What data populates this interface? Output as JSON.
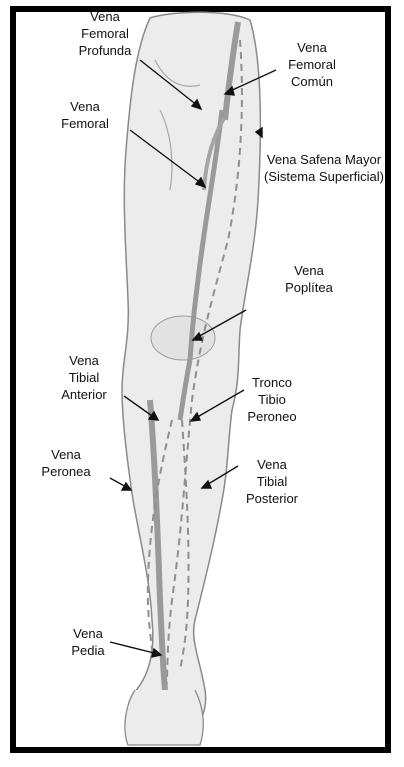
{
  "labels": {
    "femoral_profunda": [
      "Vena",
      "Femoral",
      "Profunda"
    ],
    "femoral_comun": [
      "Vena",
      "Femoral",
      "Común"
    ],
    "femoral": [
      "Vena",
      "Femoral"
    ],
    "safena_mayor": [
      "Vena Safena Mayor",
      "(Sistema Superficial)"
    ],
    "poplitea": [
      "Vena",
      "Poplítea"
    ],
    "tibial_anterior": [
      "Vena",
      "Tibial",
      "Anterior"
    ],
    "tronco_tibio": [
      "Tronco",
      "Tibio",
      "Peroneo"
    ],
    "peronea": [
      "Vena",
      "Peronea"
    ],
    "tibial_posterior": [
      "Vena",
      "Tibial",
      "Posterior"
    ],
    "pedia": [
      "Vena",
      "Pedia"
    ]
  },
  "colors": {
    "border": "#000000",
    "text": "#111111",
    "leg_fill": "#ececec",
    "leg_stroke": "#8a8a8a",
    "vein": "#9a9a9a"
  }
}
